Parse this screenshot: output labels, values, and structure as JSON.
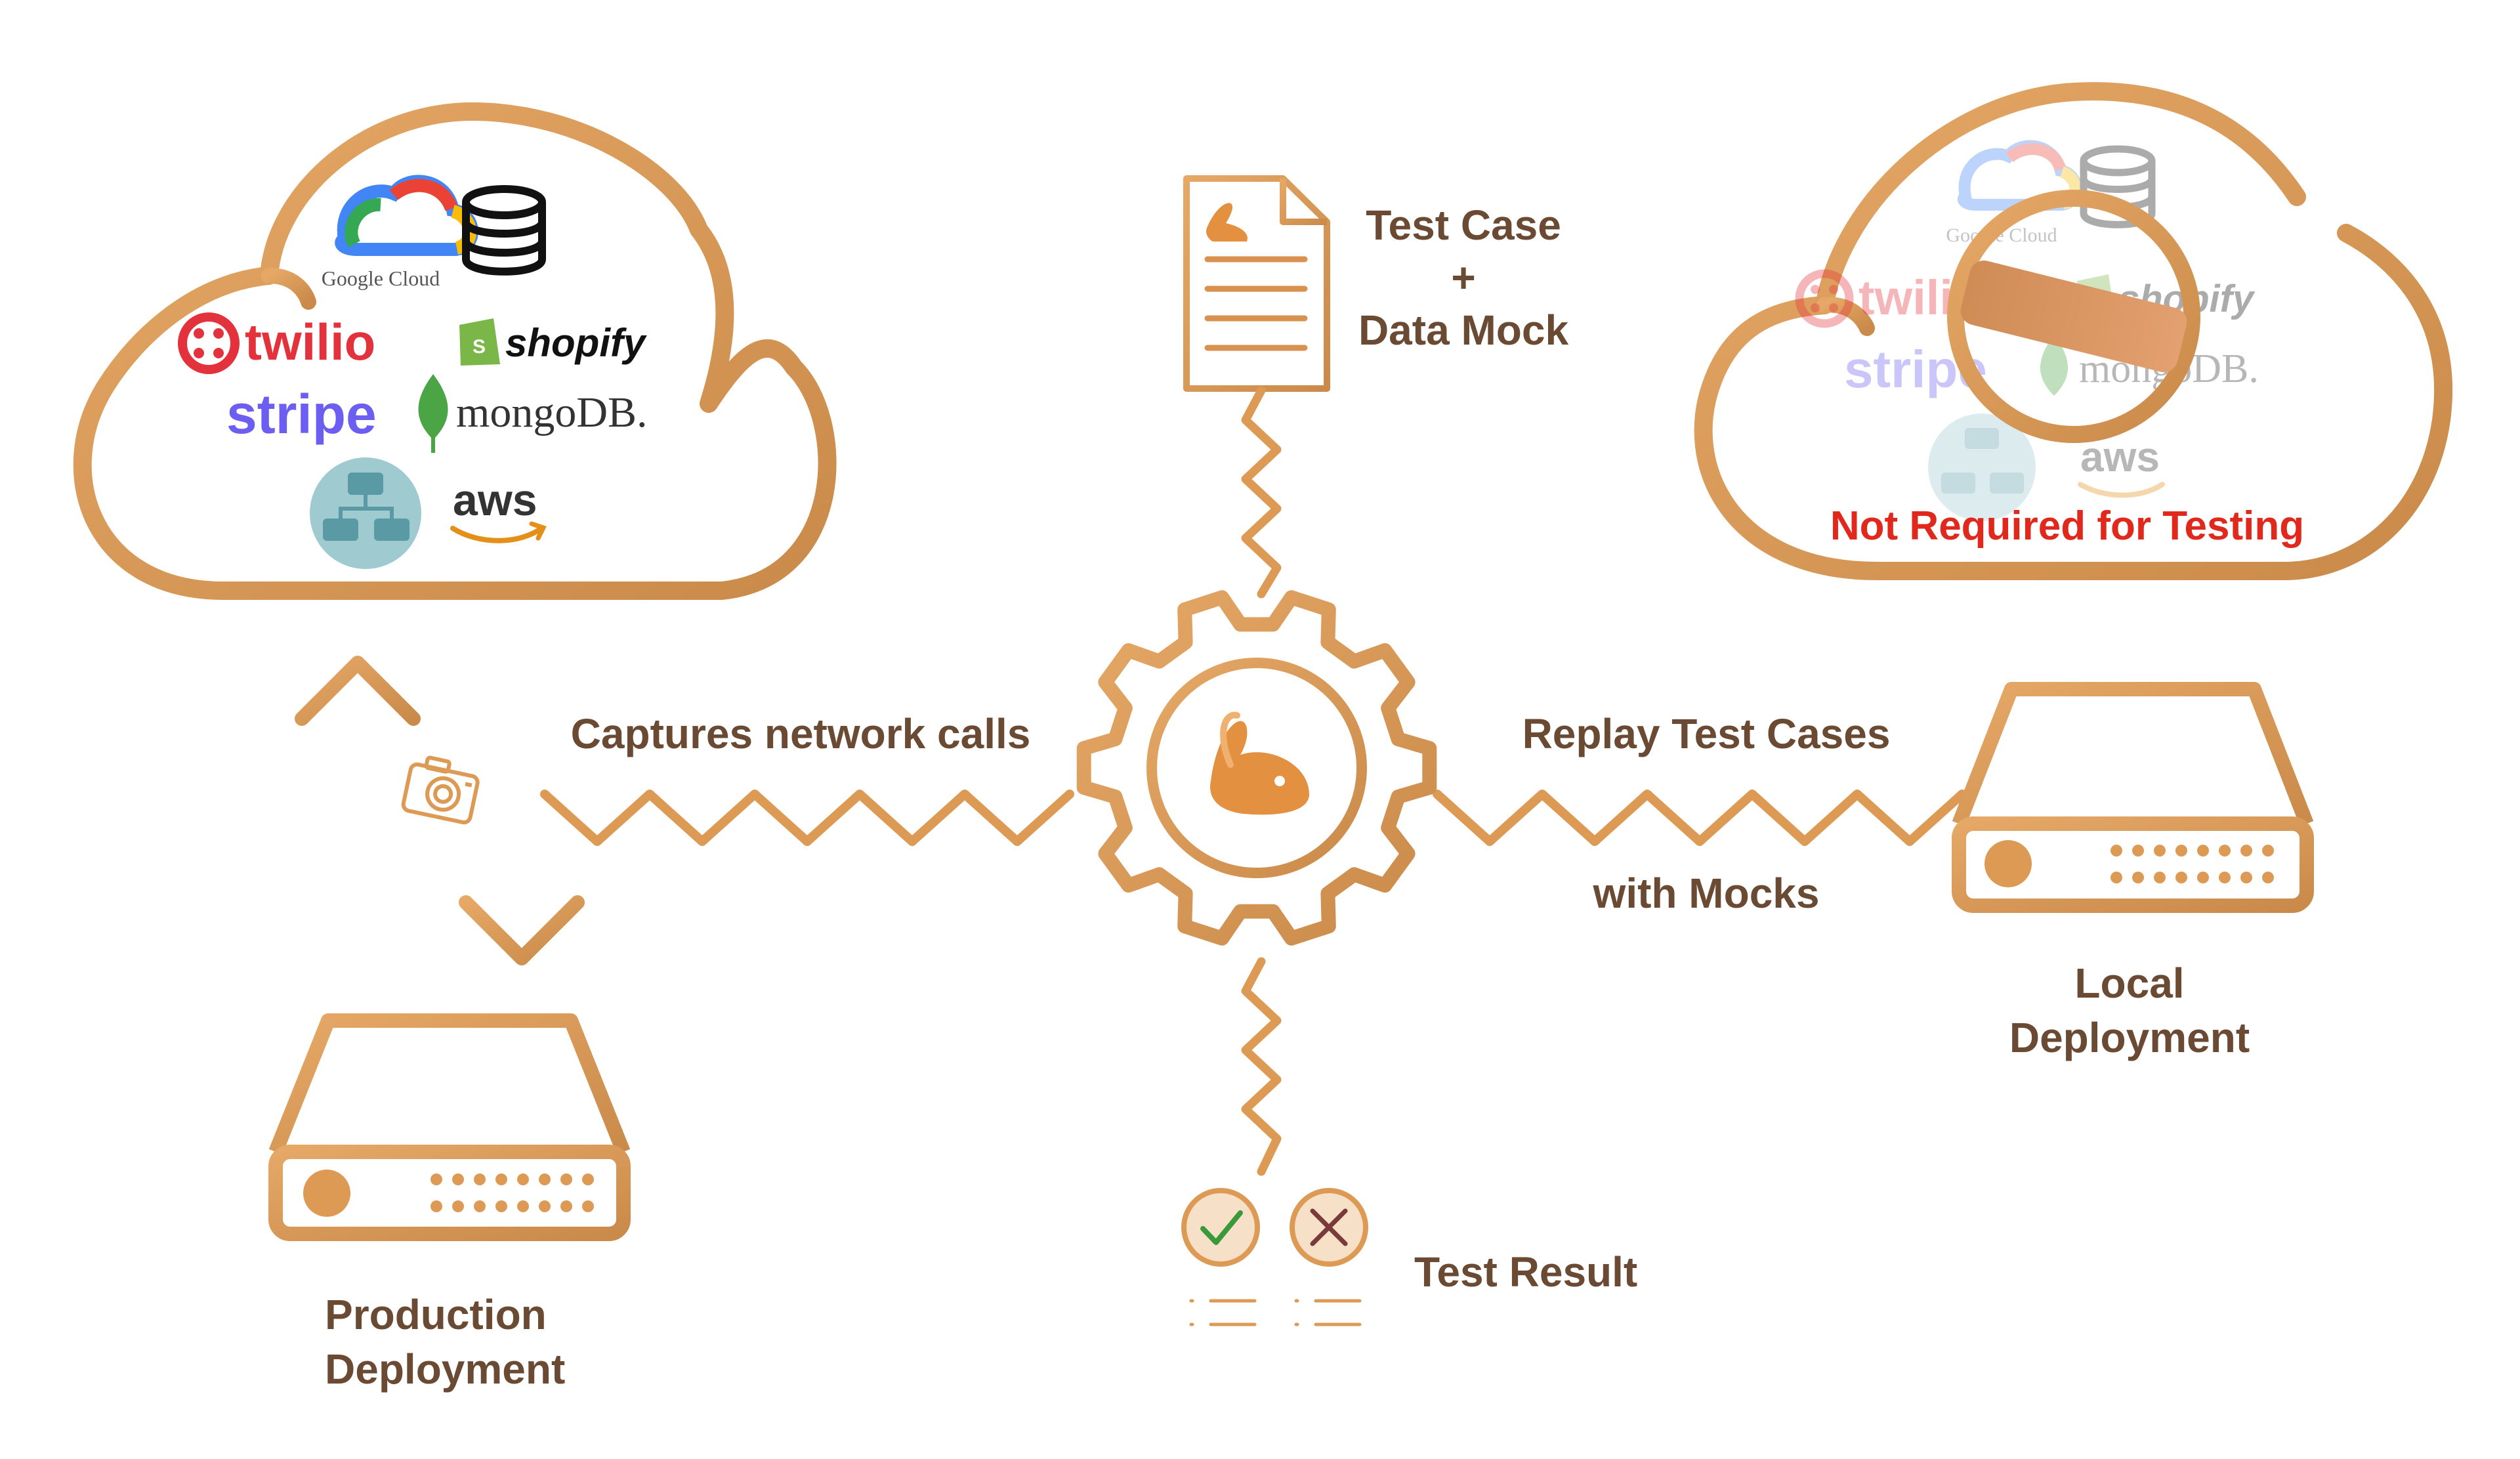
{
  "colors": {
    "orange": "#dd9a55",
    "orange_dark": "#c98a4a",
    "label": "#6a4a33",
    "warning": "#e0291c",
    "twilio": "#e4323c",
    "stripe": "#6b5ef0",
    "shopify": "#7ab648",
    "mongo": "#4ba545",
    "aws": "#e48f1a"
  },
  "production_cloud": {
    "services": {
      "google_cloud": "Google Cloud",
      "twilio": "twilio",
      "shopify": "shopify",
      "stripe": "stripe",
      "mongodb": "mongoDB.",
      "aws": "aws"
    }
  },
  "test_cloud": {
    "services": {
      "google_cloud": "Google Cloud",
      "twilio": "twilio",
      "shopify": "shopify",
      "stripe": "stripe",
      "mongodb": "mongoDB.",
      "aws": "aws"
    },
    "warning": "Not Required for Testing"
  },
  "labels": {
    "test_case_line1": "Test Case",
    "test_case_plus": "+",
    "test_case_line2": "Data Mock",
    "captures": "Captures network calls",
    "replay": "Replay Test Cases",
    "with_mocks": "with Mocks",
    "local_line1": "Local",
    "local_line2": "Deployment",
    "production_line1": "Production",
    "production_line2": "Deployment",
    "test_result": "Test Result"
  },
  "icons": [
    "cloud-icon",
    "database-icon",
    "server-icon",
    "camera-icon",
    "document-icon",
    "gear-icon",
    "rabbit-logo-icon",
    "check-icon",
    "cross-icon",
    "list-icon",
    "forbidden-icon"
  ]
}
